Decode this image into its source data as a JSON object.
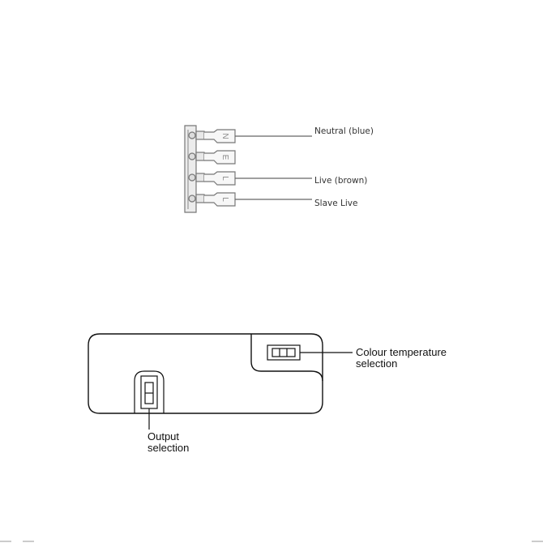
{
  "terminal_block": {
    "labels": {
      "neutral": "Neutral (blue)",
      "live": "Live (brown)",
      "slave_live": "Slave Live"
    },
    "pin_markings": [
      "N",
      "E",
      "L",
      "L"
    ]
  },
  "driver_unit": {
    "colour_temperature_label": [
      "Colour temperature",
      "selection"
    ],
    "output_label": [
      "Output",
      "selection"
    ]
  }
}
